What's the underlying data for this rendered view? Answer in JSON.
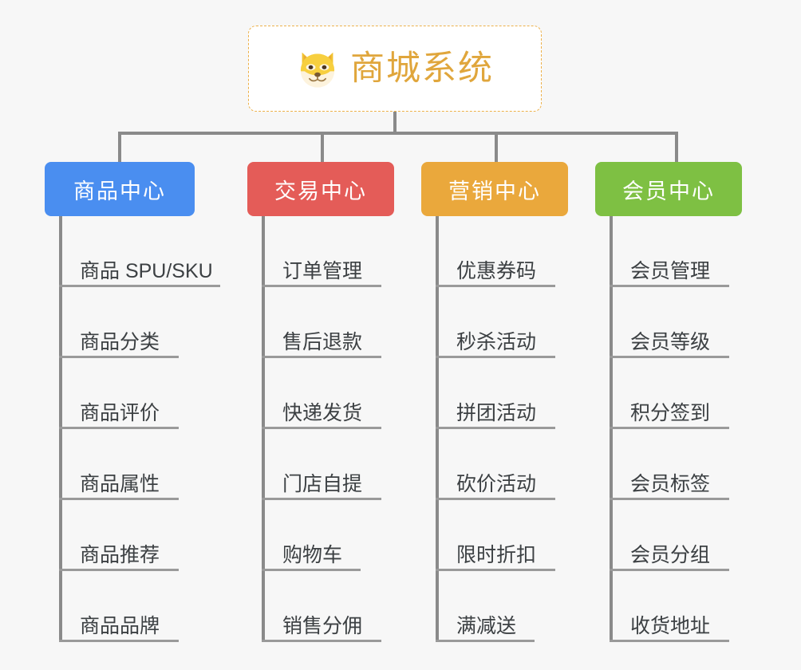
{
  "page": {
    "background_color": "#f7f7f7",
    "diagram_type": "organization-mindmap"
  },
  "root": {
    "title": "商城系统",
    "icon": "shiba-dog-face-icon",
    "text_color": "#e0a63c",
    "border_color": "#edb14a",
    "background_color": "#ffffff"
  },
  "connector": {
    "color": "#8a8a8a"
  },
  "branches": [
    {
      "label": "商品中心",
      "color": "#4a8ef0",
      "items": [
        "商品 SPU/SKU",
        "商品分类",
        "商品评价",
        "商品属性",
        "商品推荐",
        "商品品牌"
      ]
    },
    {
      "label": "交易中心",
      "color": "#e45c58",
      "items": [
        "订单管理",
        "售后退款",
        "快递发货",
        "门店自提",
        "购物车",
        "销售分佣"
      ]
    },
    {
      "label": "营销中心",
      "color": "#eaa83c",
      "items": [
        "优惠券码",
        "秒杀活动",
        "拼团活动",
        "砍价活动",
        "限时折扣",
        "满减送"
      ]
    },
    {
      "label": "会员中心",
      "color": "#7ec043",
      "items": [
        "会员管理",
        "会员等级",
        "积分签到",
        "会员标签",
        "会员分组",
        "收货地址"
      ]
    }
  ]
}
